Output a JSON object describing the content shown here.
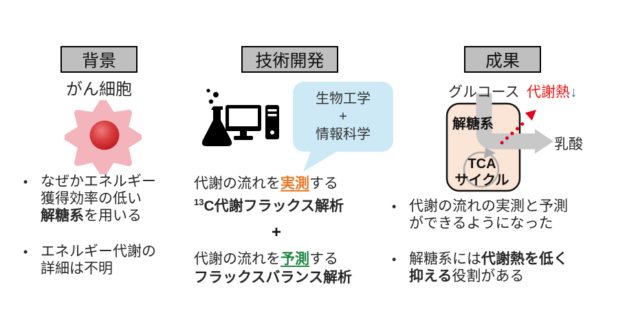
{
  "ui": {
    "bullet": "•"
  },
  "colors": {
    "header_bg": "#BFBFBF",
    "bubble_bg": "#CDE9F6",
    "box_peach": "#FBE5D6",
    "accent_orange": "#E87722",
    "accent_green": "#1E8540",
    "accent_red": "#EE1111",
    "accent_blue": "#2E75B6",
    "arrow_gray": "#C8C8C8"
  },
  "left": {
    "header": "背景",
    "subtitle": "がん細胞",
    "bullets": {
      "b1_line1": "なぜかエネルギー",
      "b1_line2": "獲得効率の低い",
      "b1_line3_bold": "解糖系",
      "b1_line3_rest": "を用いる",
      "b2_line1": "エネルギー代謝の",
      "b2_line2": "詳細は不明"
    }
  },
  "middle": {
    "header": "技術開発",
    "bubble": {
      "line1": "生物工学",
      "line2": "+",
      "line3": "情報科学"
    },
    "measure": {
      "pre": "代謝の流れを",
      "highlight": "実測",
      "post": "する",
      "name_sup": "13",
      "name": "C代謝フラックス解析"
    },
    "plus": "+",
    "predict": {
      "pre": "代謝の流れを",
      "highlight": "予測",
      "post": "する",
      "name": "フラックスバランス解析"
    }
  },
  "right": {
    "header": "成果",
    "diagram": {
      "glucose": "グルコース",
      "heat": "代謝熱",
      "heat_arrow": "↓",
      "glycolysis": "解糖系",
      "tca_line1": "TCA",
      "tca_line2": "サイクル",
      "lactate": "乳酸"
    },
    "bullets": {
      "b1_line1": "代謝の流れの実測と予測",
      "b1_line2": "ができるようになった",
      "b2_pre": "解糖系には",
      "b2_bold1": "代謝熱を低く",
      "b2_bold2": "抑える",
      "b2_rest": "役割がある"
    }
  }
}
